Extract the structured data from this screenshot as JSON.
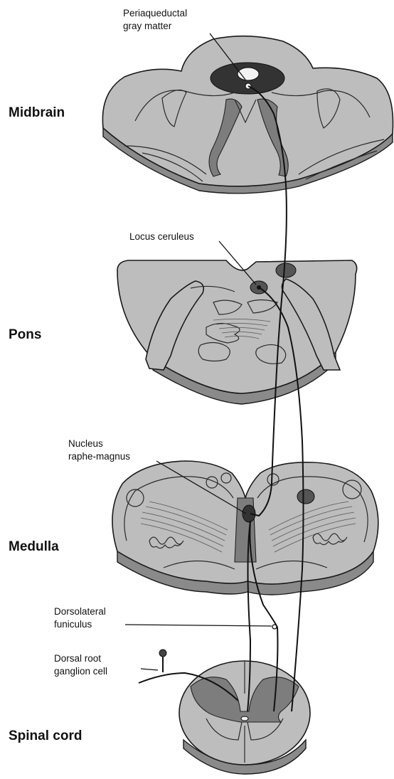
{
  "regions": {
    "midbrain": "Midbrain",
    "pons": "Pons",
    "medulla": "Medulla",
    "spinal_cord": "Spinal cord"
  },
  "structures": {
    "periaqueductal_line1": "Periaqueductal",
    "periaqueductal_line2": "gray matter",
    "locus_ceruleus": "Locus ceruleus",
    "nucleus_raphe_line1": "Nucleus",
    "nucleus_raphe_line2": "raphe-magnus",
    "dorsolateral_line1": "Dorsolateral",
    "dorsolateral_line2": "funiculus",
    "drg_line1": "Dorsal root",
    "drg_line2": "ganglion cell"
  },
  "colors": {
    "tissue": "#bdbdbd",
    "nucleus_dark": "#333333",
    "outline": "#1a1a1a"
  }
}
